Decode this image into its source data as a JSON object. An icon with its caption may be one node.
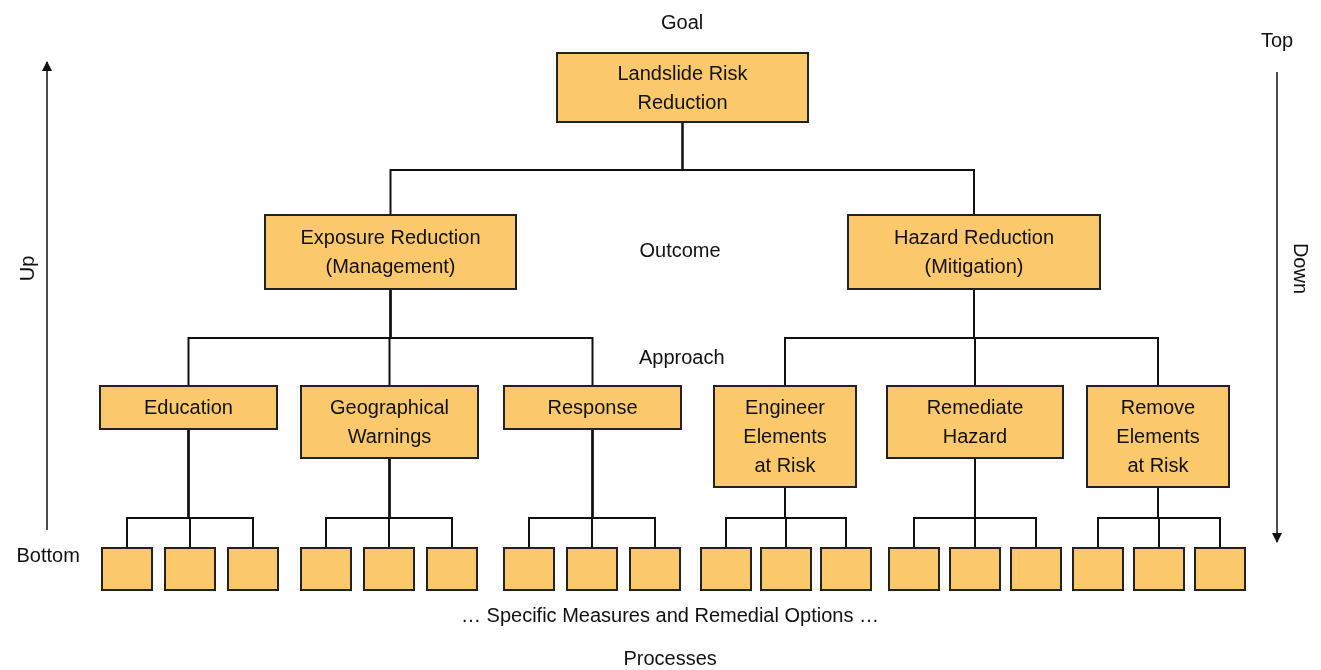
{
  "diagram": {
    "nodes": [
      {
        "text": [
          "Landslide Risk Reduction"
        ]
      },
      {
        "text": [
          "Exposure Reduction (Management)"
        ]
      },
      {
        "text": [
          "Hazard Reduction (Mitigation)"
        ]
      },
      {
        "text": [
          "Education"
        ]
      },
      {
        "text": [
          "Geographical Warnings"
        ]
      },
      {
        "text": [
          "Response"
        ]
      },
      {
        "text": [
          "Engineer Elements at Risk"
        ]
      },
      {
        "text": [
          "Remediate Hazard"
        ]
      },
      {
        "text": [
          "Remove Elements at Risk"
        ]
      },
      {
        "text": [],
        "shape": "box"
      },
      {
        "text": [],
        "shape": "box"
      },
      {
        "text": [],
        "shape": "box"
      },
      {
        "text": [],
        "shape": "box"
      },
      {
        "text": [],
        "shape": "box"
      },
      {
        "text": [],
        "shape": "box"
      },
      {
        "text": [],
        "shape": "box"
      },
      {
        "text": [],
        "shape": "box"
      },
      {
        "text": [],
        "shape": "box"
      },
      {
        "text": [],
        "shape": "box"
      },
      {
        "text": [],
        "shape": "box"
      },
      {
        "text": [],
        "shape": "box"
      },
      {
        "text": [],
        "shape": "box"
      },
      {
        "text": [],
        "shape": "box"
      },
      {
        "text": [],
        "shape": "box"
      },
      {
        "text": [],
        "shape": "box"
      },
      {
        "text": [],
        "shape": "box"
      },
      {
        "text": [],
        "shape": "box"
      }
    ],
    "edges": [
      {
        "from": 0,
        "to": 1,
        "arrow": "none"
      },
      {
        "from": 0,
        "to": 2,
        "arrow": "none"
      },
      {
        "from": 1,
        "to": 3,
        "arrow": "none"
      },
      {
        "from": 1,
        "to": 4,
        "arrow": "none"
      },
      {
        "from": 1,
        "to": 5,
        "arrow": "none"
      },
      {
        "from": 2,
        "to": 6,
        "arrow": "none"
      },
      {
        "from": 2,
        "to": 7,
        "arrow": "none"
      },
      {
        "from": 2,
        "to": 8,
        "arrow": "none"
      },
      {
        "from": 3,
        "to": 9,
        "arrow": "none"
      },
      {
        "from": 3,
        "to": 10,
        "arrow": "none"
      },
      {
        "from": 3,
        "to": 11,
        "arrow": "none"
      },
      {
        "from": 4,
        "to": 12,
        "arrow": "none"
      },
      {
        "from": 4,
        "to": 13,
        "arrow": "none"
      },
      {
        "from": 4,
        "to": 14,
        "arrow": "none"
      },
      {
        "from": 5,
        "to": 15,
        "arrow": "none"
      },
      {
        "from": 5,
        "to": 16,
        "arrow": "none"
      },
      {
        "from": 5,
        "to": 17,
        "arrow": "none"
      },
      {
        "from": 6,
        "to": 18,
        "arrow": "none"
      },
      {
        "from": 6,
        "to": 19,
        "arrow": "none"
      },
      {
        "from": 6,
        "to": 20,
        "arrow": "none"
      },
      {
        "from": 7,
        "to": 21,
        "arrow": "none"
      },
      {
        "from": 7,
        "to": 22,
        "arrow": "none"
      },
      {
        "from": 7,
        "to": 23,
        "arrow": "none"
      },
      {
        "from": 8,
        "to": 24,
        "arrow": "none"
      },
      {
        "from": 8,
        "to": 25,
        "arrow": "none"
      },
      {
        "from": 8,
        "to": 26,
        "arrow": "none"
      }
    ],
    "labels": [
      "Goal",
      "Top",
      "Up",
      "Outcome",
      "Down",
      "Approach",
      "Bottom",
      "… Specific Measures and Remedial Options …",
      "Processes"
    ]
  }
}
